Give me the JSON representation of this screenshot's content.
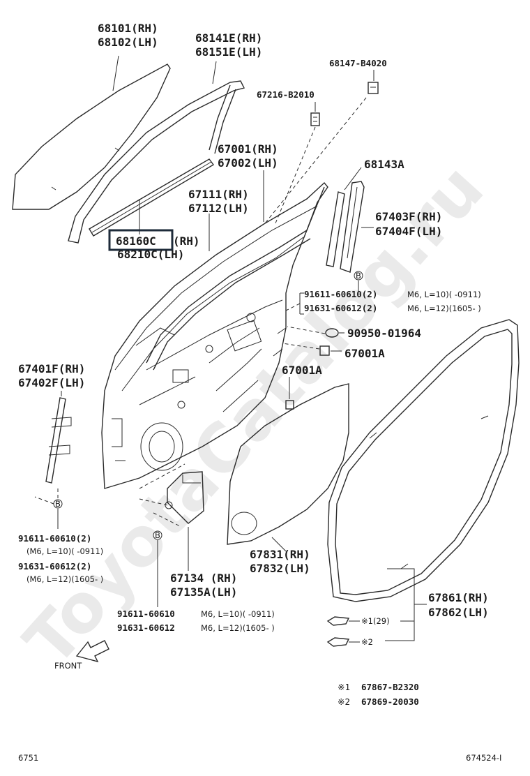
{
  "watermark": "ToyotaCatalog.ru",
  "page_code_left": "6751",
  "page_code_right": "674524-I",
  "front_label": "FRONT",
  "highlighted_part": "68160C",
  "labels": {
    "p68101": "68101(RH)",
    "p68102": "68102(LH)",
    "p68141": "68141E(RH)",
    "p68151": "68151E(LH)",
    "p68147": "68147-B4020",
    "p67216": "67216-B2010",
    "p67001": "67001(RH)",
    "p67002": "67002(LH)",
    "p68143": "68143A",
    "p67111": "67111(RH)",
    "p67112": "67112(LH)",
    "p68160_suffix": "(RH)",
    "p68210": "68210C(LH)",
    "p67403": "67403F(RH)",
    "p67404": "67404F(LH)",
    "b_circle": "B",
    "r_91611": "91611-60610(2)",
    "r_91611_spec": "M6, L=10)(     -0911)",
    "r_91631": "91631-60612(2)",
    "r_91631_spec": "M6, L=12)(1605-     )",
    "p90950": "90950-01964",
    "p67001A_1": "67001A",
    "p67001A_2": "67001A",
    "p67401": "67401F(RH)",
    "p67402": "67402F(LH)",
    "l_91611": "91611-60610(2)",
    "l_91611_spec": "(M6, L=10)(     -0911)",
    "l_91631": "91631-60612(2)",
    "l_91631_spec": "(M6, L=12)(1605-     )",
    "p67831": "67831(RH)",
    "p67832": "67832(LH)",
    "p67134": "67134 (RH)",
    "p67135": "67135A(LH)",
    "b_91611": "91611-60610",
    "b_91611_spec": "M6, L=10)(     -0911)",
    "b_91631": "91631-60612",
    "b_91631_spec": "M6, L=12)(1605-     )",
    "p67861": "67861(RH)",
    "p67862": "67862(LH)",
    "clip1": "※1(29)",
    "clip2": "※2"
  },
  "notes": [
    {
      "mark": "※1",
      "part": "67867-B2320"
    },
    {
      "mark": "※2",
      "part": "67869-20030"
    }
  ]
}
